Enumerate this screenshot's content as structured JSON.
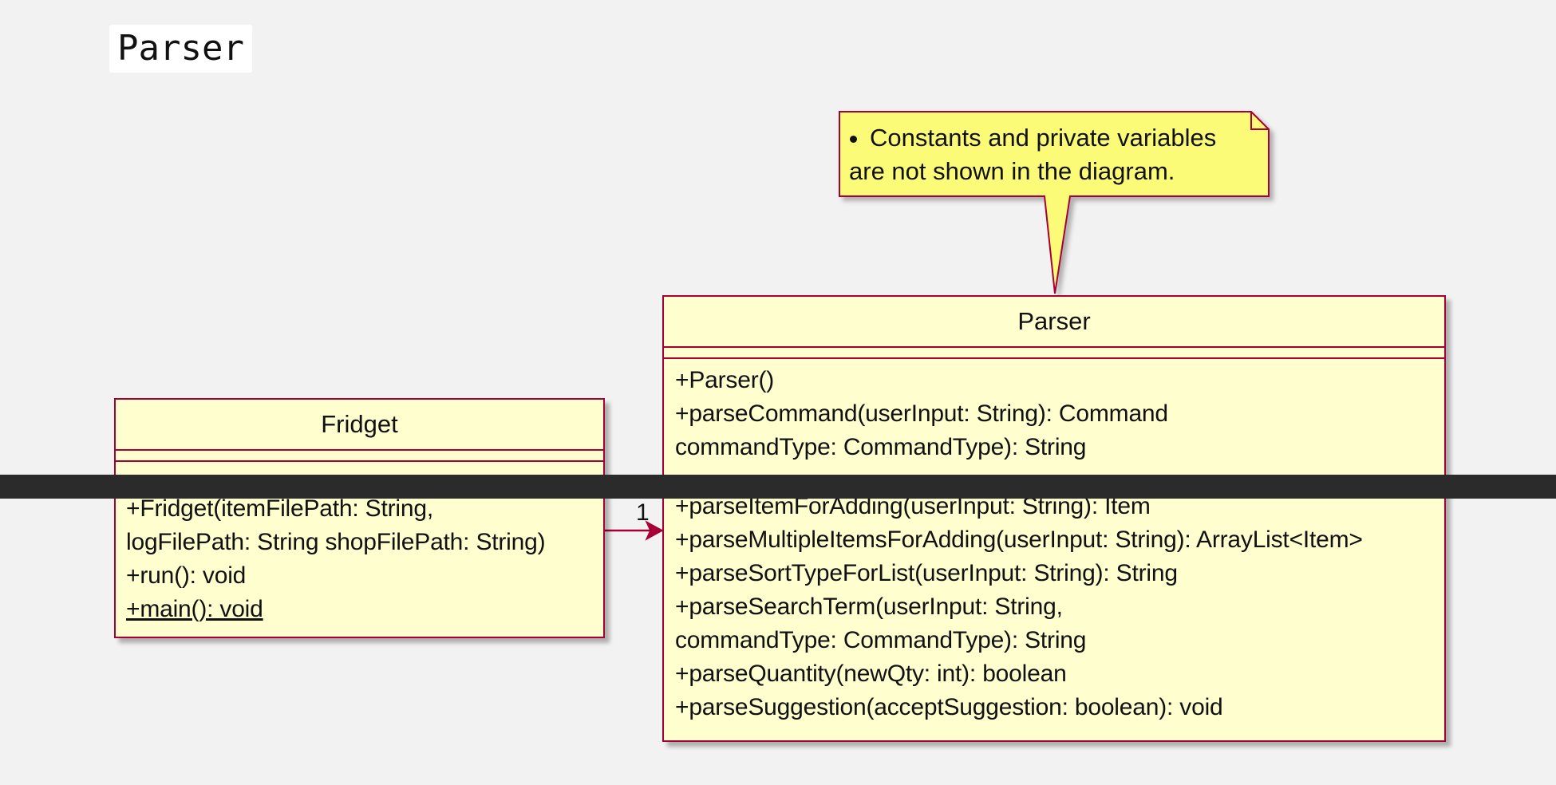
{
  "page": {
    "heading": "Parser"
  },
  "note": {
    "bullet_line_1": "Constants and private variables",
    "bullet_line_2": "are not shown in the diagram."
  },
  "classes": {
    "parser": {
      "name": "Parser",
      "methods": [
        "+Parser()",
        "+parseCommand(userInput: String): Command",
        "commandType: CommandType): String",
        "",
        "+parseItemForAdding(userInput: String): Item",
        "+parseMultipleItemsForAdding(userInput: String): ArrayList<Item>",
        "+parseSortTypeForList(userInput: String): String",
        "+parseSearchTerm(userInput: String,",
        "commandType: CommandType): String",
        "+parseQuantity(newQty: int): boolean",
        "+parseSuggestion(acceptSuggestion: boolean): void"
      ]
    },
    "fridget": {
      "name": "Fridget",
      "methods": [
        "",
        "+Fridget(itemFilePath: String,",
        "logFilePath: String shopFilePath: String)",
        "+run(): void",
        "+main(): void"
      ]
    }
  },
  "association": {
    "multiplicity": "1"
  },
  "colors": {
    "background": "#f2f2f2",
    "class_fill": "#fefece",
    "class_border": "#a80036",
    "note_fill": "#fbfb77",
    "redaction": "#2b2b2b"
  }
}
